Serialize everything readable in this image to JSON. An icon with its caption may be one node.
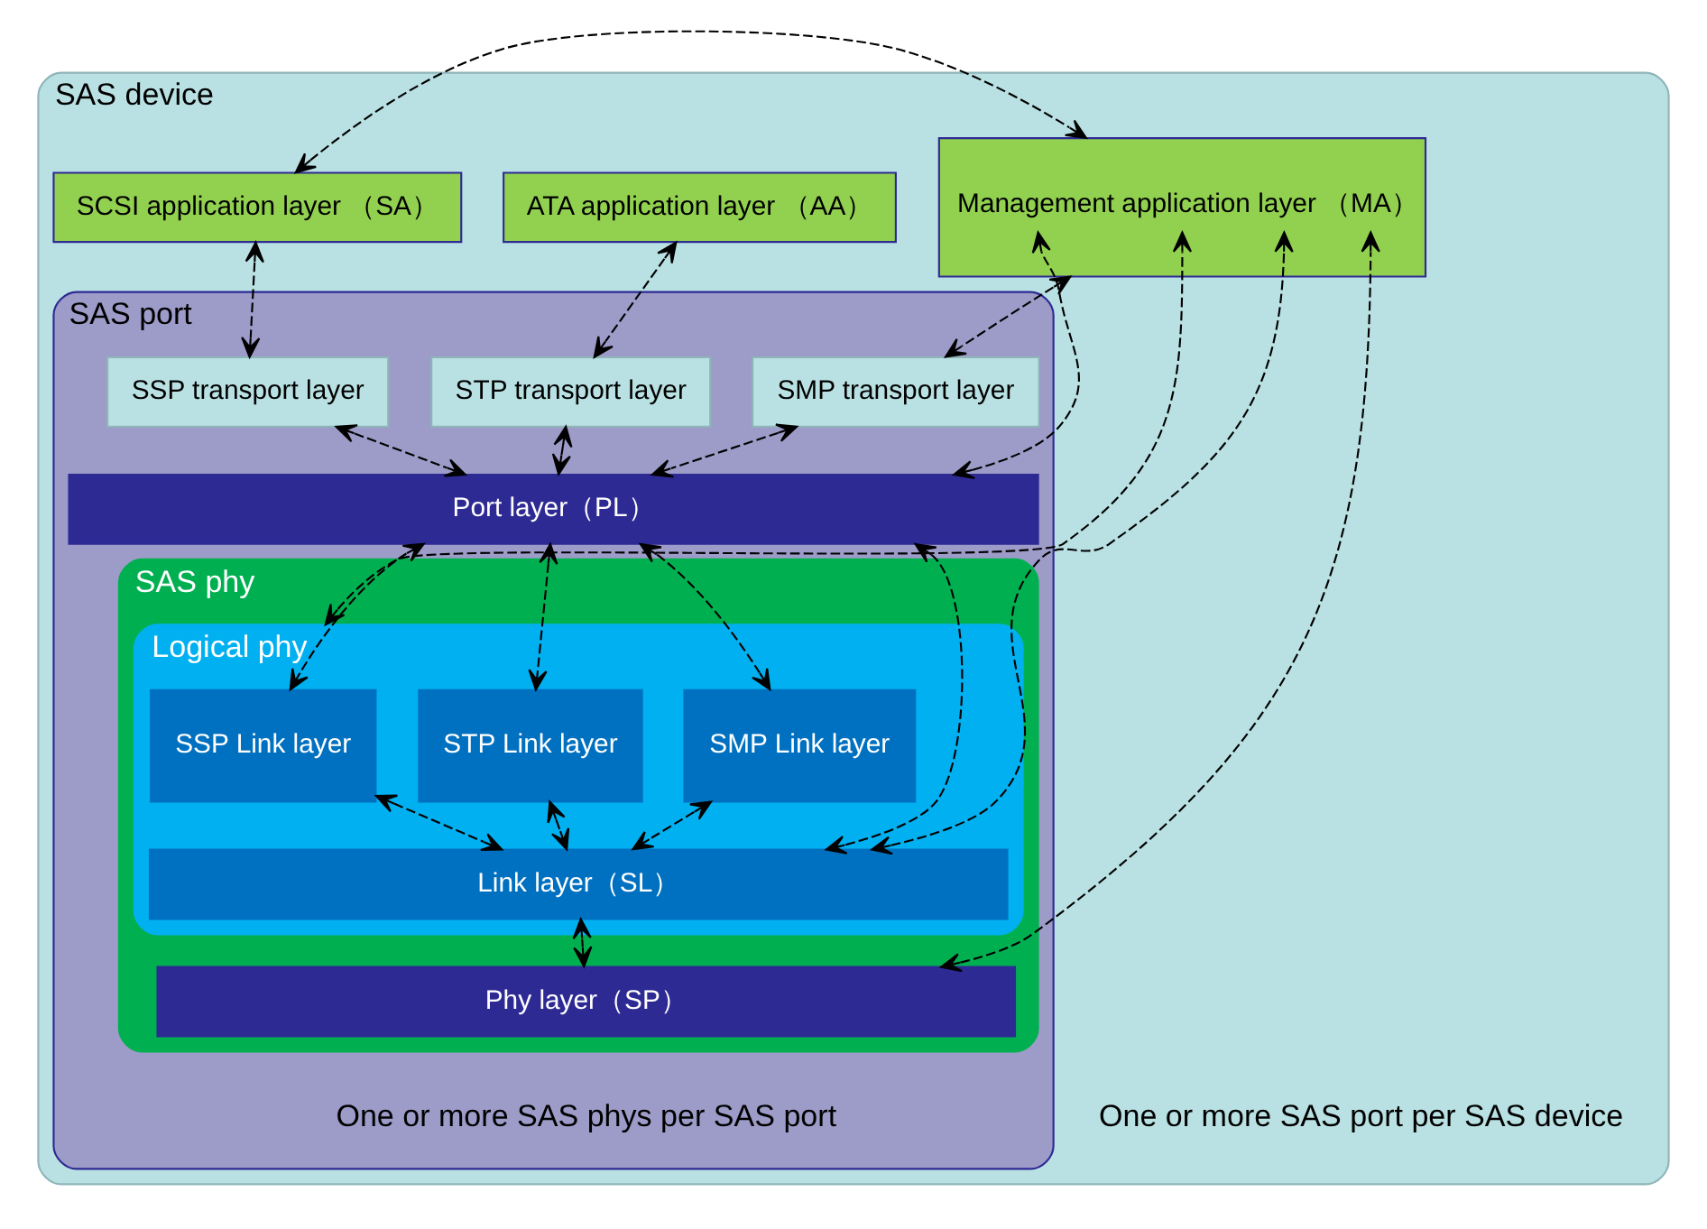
{
  "diagram": {
    "nodes": [
      {
        "text": [
          "SAS device",
          "One or more SAS port per SAS device"
        ]
      },
      {
        "text": [
          "SCSI application layer （SA）"
        ],
        "in": 0
      },
      {
        "text": [
          "ATA application layer （AA）"
        ],
        "in": 0
      },
      {
        "text": [
          "Management application layer （MA）"
        ],
        "in": 0
      },
      {
        "text": [
          "SAS port",
          "One or more SAS phys per SAS port"
        ],
        "in": 0
      },
      {
        "text": [
          "SSP transport layer"
        ],
        "in": 4
      },
      {
        "text": [
          "STP transport layer"
        ],
        "in": 4
      },
      {
        "text": [
          "SMP transport layer"
        ],
        "in": 4
      },
      {
        "text": [
          "Port layer（PL）"
        ],
        "in": 4
      },
      {
        "text": [
          "SAS phy"
        ],
        "in": 4
      },
      {
        "text": [
          "Logical phy"
        ],
        "in": 9
      },
      {
        "text": [
          "SSP Link layer"
        ],
        "in": 10
      },
      {
        "text": [
          "STP Link layer"
        ],
        "in": 10
      },
      {
        "text": [
          "SMP Link layer"
        ],
        "in": 10
      },
      {
        "text": [
          "Link layer（SL）"
        ],
        "in": 10
      },
      {
        "text": [
          "Phy layer（SP）"
        ],
        "in": 9
      }
    ],
    "edges": [
      {
        "from": 1,
        "to": 3,
        "arrow": "both",
        "style": "dashed"
      },
      {
        "from": 1,
        "to": 5,
        "arrow": "both",
        "style": "dashed"
      },
      {
        "from": 2,
        "to": 6,
        "arrow": "both",
        "style": "dashed"
      },
      {
        "from": 3,
        "to": 7,
        "arrow": "both",
        "style": "dashed"
      },
      {
        "from": 5,
        "to": 8,
        "arrow": "both",
        "style": "dashed"
      },
      {
        "from": 6,
        "to": 8,
        "arrow": "both",
        "style": "dashed"
      },
      {
        "from": 7,
        "to": 8,
        "arrow": "both",
        "style": "dashed"
      },
      {
        "from": 8,
        "to": 3,
        "arrow": "both",
        "style": "dashed"
      },
      {
        "from": 8,
        "to": 11,
        "arrow": "both",
        "style": "dashed"
      },
      {
        "from": 8,
        "to": 12,
        "arrow": "both",
        "style": "dashed"
      },
      {
        "from": 8,
        "to": 14,
        "arrow": "both",
        "style": "dashed"
      },
      {
        "from": 8,
        "to": 13,
        "arrow": "both",
        "style": "dashed"
      },
      {
        "from": 10,
        "to": 3,
        "arrow": "both",
        "style": "dashed"
      },
      {
        "from": 11,
        "to": 14,
        "arrow": "both",
        "style": "dashed"
      },
      {
        "from": 12,
        "to": 14,
        "arrow": "both",
        "style": "dashed"
      },
      {
        "from": 13,
        "to": 14,
        "arrow": "both",
        "style": "dashed"
      },
      {
        "from": 14,
        "to": 3,
        "arrow": "both",
        "style": "dashed"
      },
      {
        "from": 14,
        "to": 15,
        "arrow": "both",
        "style": "dashed"
      },
      {
        "from": 15,
        "to": 3,
        "arrow": "both",
        "style": "dashed"
      }
    ]
  }
}
